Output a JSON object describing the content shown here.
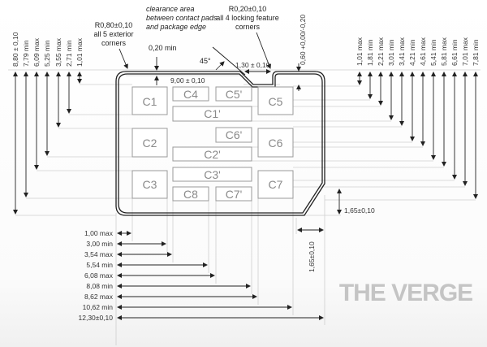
{
  "diagram": {
    "title": "SIM card dimensional drawing",
    "watermark": "THE VERGE",
    "colors": {
      "outline": "#222222",
      "pad_stroke": "#9a9a9a",
      "guide": "#c8c8c8",
      "arrow": "#222222"
    },
    "notes": {
      "exterior_radius": [
        "R0,80±0,10",
        "all 5 exterior",
        "corners"
      ],
      "clearance": [
        "clearance area",
        "between contact pads",
        "and package edge"
      ],
      "locking_radius": [
        "R0,20±0,10",
        "all 4 locking feature",
        "corners"
      ],
      "clearance_min": "0,20 min",
      "angle": "45°",
      "notch_width": "1,30 ± 0,10",
      "notch_depth": "0,60 +0,00/-0,20",
      "pad_span": "9,00 ± 0,10",
      "chamfer_vertical": "1,65±0,10",
      "chamfer_horizontal": "1,65±0,10"
    },
    "left_dimensions": [
      "8,80 ± 0,10",
      "7,79 min",
      "6,09 max",
      "5,25 min",
      "3,55 max",
      "2,71 min",
      "1,01 max"
    ],
    "right_dimensions": [
      "1,01 max",
      "1,81 min",
      "2,21 max",
      "3,01 min",
      "3,41 max",
      "4,21 min",
      "4,61 max",
      "5,41 min",
      "5,81 max",
      "6,61 min",
      "7,01 max",
      "7,81 min"
    ],
    "bottom_dimensions": [
      "1,00 max",
      "3,00 min",
      "3,54 max",
      "5,54 min",
      "6,08 max",
      "8,08 min",
      "8,62 max",
      "10,62 min",
      "12,30±0,10"
    ],
    "contacts": {
      "c1": "C1",
      "c2": "C2",
      "c3": "C3",
      "c4": "C4",
      "c5": "C5",
      "c6": "C6",
      "c7": "C7",
      "c8": "C8",
      "c1p": "C1'",
      "c2p": "C2'",
      "c3p": "C3'",
      "c5p": "C5'",
      "c6p": "C6'",
      "c7p": "C7'"
    }
  }
}
